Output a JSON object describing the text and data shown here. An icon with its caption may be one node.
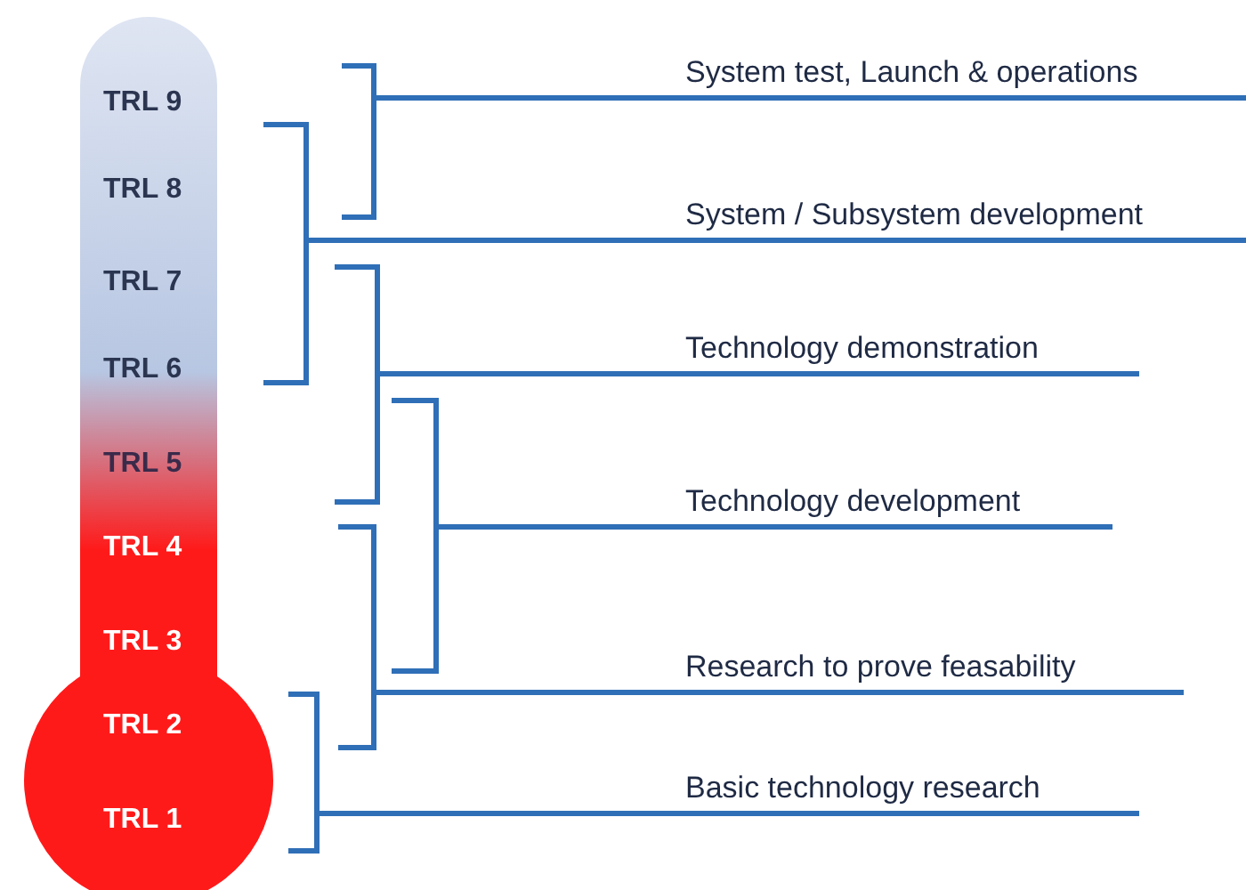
{
  "diagram": {
    "nodes": [
      {
        "text": [
          "TRL 9",
          "TRL 8",
          "TRL 7",
          "TRL 6",
          "TRL 5",
          "TRL 4",
          "TRL 3",
          "TRL 2",
          "TRL 1"
        ]
      }
    ],
    "labels": [
      "System test, Launch & operations",
      "System / Subsystem development",
      "Technology demonstration",
      "Technology development",
      "Research to prove feasability",
      "Basic technology research"
    ]
  }
}
